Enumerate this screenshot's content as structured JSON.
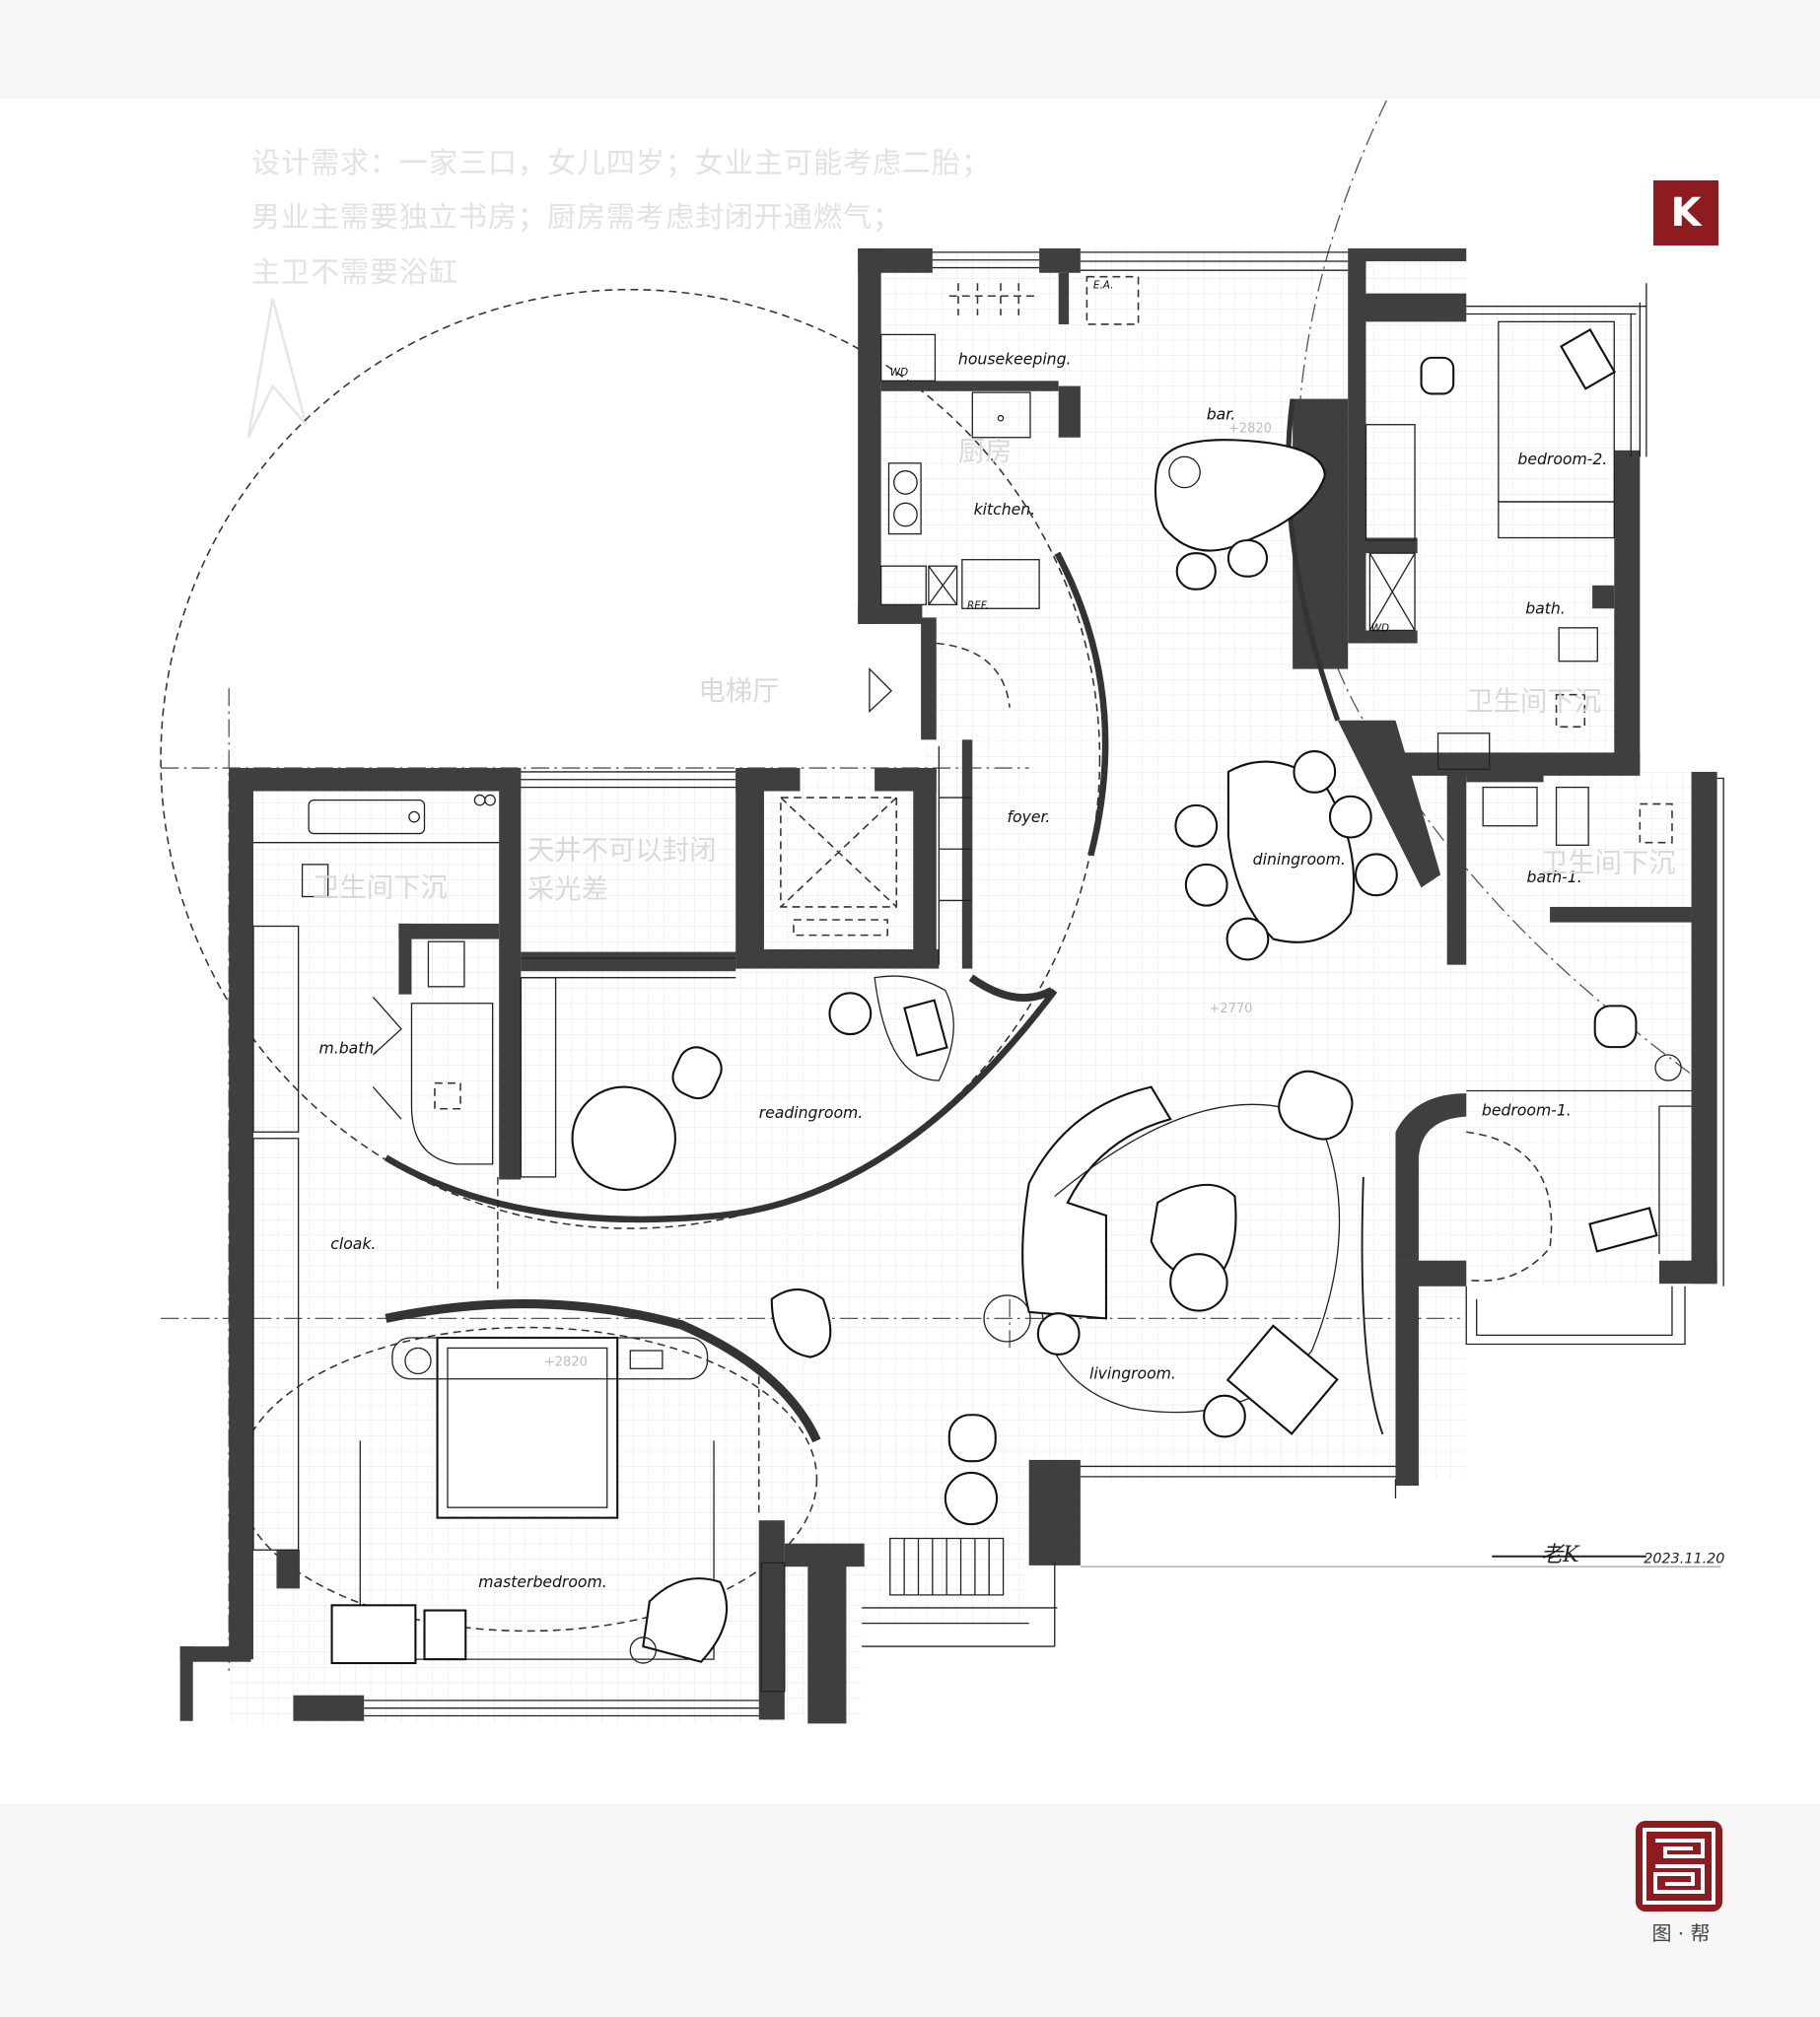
{
  "requirements": {
    "line1": "设计需求：一家三口，女儿四岁；女业主可能考虑二胎；",
    "line2": "男业主需要独立书房；厨房需考虑封闭开通燃气；",
    "line3": "主卫不需要浴缸"
  },
  "brand": {
    "k_logo": "K",
    "seal_text": "图 · 帮",
    "accent_color": "#8e1b1f"
  },
  "rooms": {
    "housekeeping": "housekeeping.",
    "kitchen": "kitchen.",
    "bar": "bar.",
    "foyer": "foyer.",
    "diningroom": "diningroom.",
    "bedroom2": "bedroom-2.",
    "bath": "bath.",
    "bath1": "bath-1.",
    "bedroom1": "bedroom-1.",
    "mbath": "m.bath.",
    "readingroom": "readingroom.",
    "cloak": "cloak.",
    "livingroom": "livingroom.",
    "masterbedroom": "masterbedroom."
  },
  "tags": {
    "wd_kitchen": "WD",
    "wd_bedroom": "WD",
    "ea": "E.A.",
    "ref": "REF."
  },
  "notes": {
    "kitchen_cn": "厨房",
    "elevator_hall": "电梯厅",
    "courtyard_line1": "天井不可以封闭",
    "courtyard_line2": "采光差",
    "sunken_bath_master": "卫生间下沉",
    "sunken_bath_bath": "卫生间下沉",
    "sunken_bath_bath1": "卫生间下沉"
  },
  "elevations": {
    "bar": "+2820",
    "living": "+2770",
    "master": "+2820"
  },
  "signature": {
    "name": "老K",
    "date": "2023.11.20"
  }
}
